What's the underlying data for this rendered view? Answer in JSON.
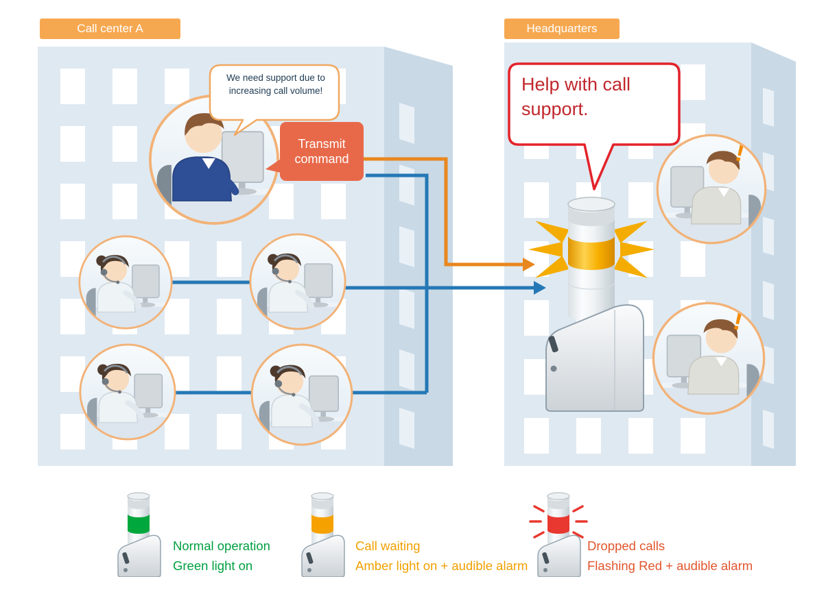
{
  "labels": {
    "call_center": "Call center A",
    "headquarters": "Headquarters",
    "transmit_command": "Transmit command"
  },
  "bubbles": {
    "support_request": "We need support due to increasing call volume!",
    "help_request": "Help with call support."
  },
  "hq": {
    "alert_mark": "!"
  },
  "legend": {
    "items": [
      {
        "id": "normal",
        "status": "Normal operation",
        "detail": "Green light on",
        "text_color": "#00a040",
        "light_color": "#00a73c"
      },
      {
        "id": "waiting",
        "status": "Call waiting",
        "detail": "Amber light on + audible alarm",
        "text_color": "#f0a000",
        "light_color": "#f5a200"
      },
      {
        "id": "dropped",
        "status": "Dropped calls",
        "detail": "Flashing Red + audible alarm",
        "text_color": "#e2552d",
        "light_color": "#e8382f"
      }
    ]
  },
  "colors": {
    "accent_orange": "#f6a850",
    "command_box": "#e8694a",
    "line_blue": "#2478b5",
    "line_orange": "#e8871e",
    "alert_red": "#e3232b",
    "amber_light": "#f5a800",
    "avatar_ring": "#f2b277",
    "building_front": "#dfe9f2",
    "building_side": "#c9d9e6"
  }
}
